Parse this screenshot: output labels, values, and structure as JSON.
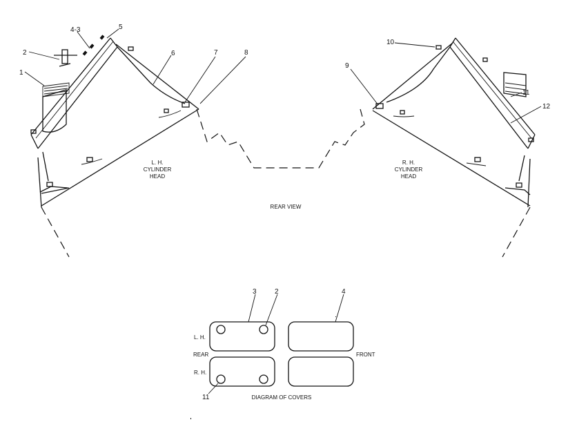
{
  "callouts": {
    "c1": "1",
    "c2": "2",
    "c43": "4-3",
    "c5": "5",
    "c6": "6",
    "c7": "7",
    "c8": "8",
    "c9": "9",
    "c10": "10",
    "c11": "11",
    "c12": "12"
  },
  "labels": {
    "lh_line1": "L. H.",
    "lh_line2": "CYLINDER",
    "lh_line3": "HEAD",
    "rh_line1": "R. H.",
    "rh_line2": "CYLINDER",
    "rh_line3": "HEAD",
    "rear_view": "REAR VIEW"
  },
  "diagram": {
    "title": "DIAGRAM OF COVERS",
    "lh": "L. H.",
    "rh": "R. H.",
    "rear": "REAR",
    "front": "FRONT",
    "n3": "3",
    "n2": "2",
    "n4": "4",
    "n11": "11"
  }
}
